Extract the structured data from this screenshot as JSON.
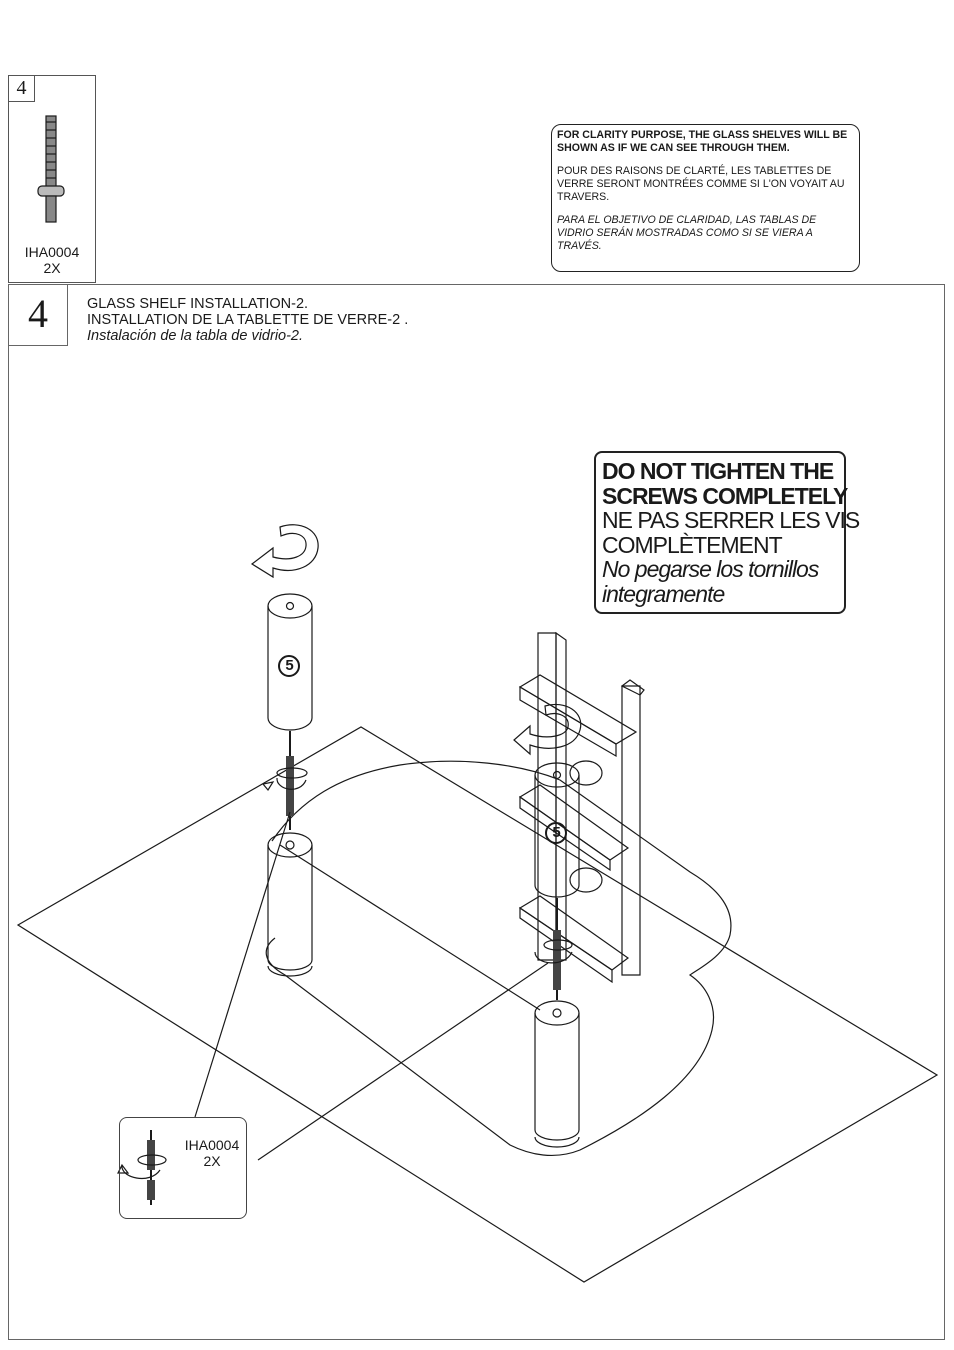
{
  "parts": {
    "step_number": "4",
    "part_code": "IHA0004",
    "quantity": "2X"
  },
  "notice": {
    "english": "FOR CLARITY PURPOSE, THE GLASS SHELVES WILL BE SHOWN AS IF WE CAN SEE THROUGH THEM.",
    "french": "POUR DES RAISONS DE CLARTÉ, LES TABLETTES DE VERRE SERONT MONTRÉES COMME SI L'ON VOYAIT AU TRAVERS.",
    "spanish": "PARA EL OBJETIVO DE CLARIDAD, LAS TABLAS DE VIDRIO SERÁN MOSTRADAS COMO SI SE VIERA A TRAVÉS."
  },
  "step": {
    "number": "4",
    "title_en": "GLASS SHELF INSTALLATION-2.",
    "title_fr": "INSTALLATION DE LA TABLETTE DE VERRE-2 .",
    "title_es": "Instalación de la tabla de vidrio-2."
  },
  "warning": {
    "line1": "DO NOT TIGHTEN THE",
    "line2": "SCREWS COMPLETELY",
    "line3": "NE PAS SERRER LES VIS",
    "line4": "COMPLÈTEMENT",
    "line5": "No pegarse los tornillos",
    "line6": "integramente"
  },
  "callouts": {
    "post_label": "5"
  },
  "inset": {
    "part_code": "IHA0004",
    "quantity": "2X"
  },
  "icons": [
    "threaded-stud-icon",
    "rotate-arrow-icon",
    "glass-shelf-icon",
    "cylinder-post-icon"
  ],
  "colors": {
    "line": "#1a1a1a",
    "background": "#ffffff"
  }
}
